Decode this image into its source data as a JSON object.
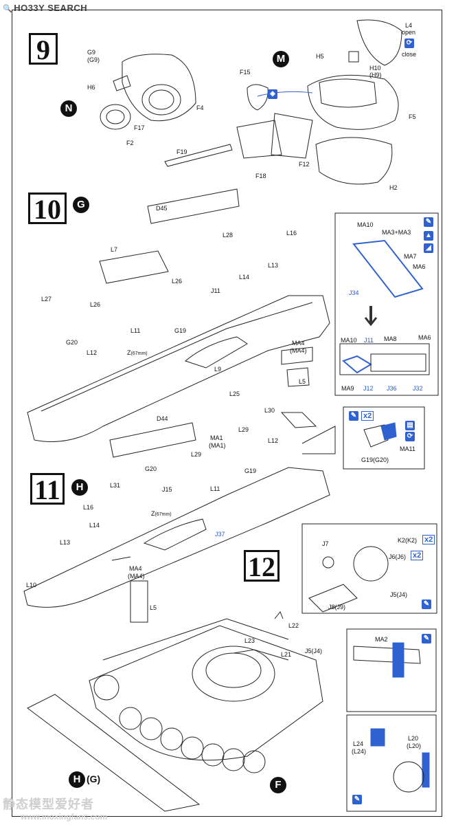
{
  "header": {
    "brand": "HO33Y SEARCH"
  },
  "steps": {
    "s9": "9",
    "s10": "10",
    "s11": "11",
    "s12": "12"
  },
  "markers": {
    "M": "M",
    "N": "N",
    "G": "G",
    "H": "H",
    "F": "F",
    "HG": "(G)"
  },
  "labels9": {
    "G9": "G9",
    "G9p": "(G9)",
    "H6": "H6",
    "F4": "F4",
    "F17": "F17",
    "F2": "F2",
    "F19": "F19",
    "F18": "F18",
    "F15": "F15",
    "F12": "F12",
    "H5": "H5",
    "L4": "L4",
    "open": "open",
    "close": "close",
    "H10": "H10",
    "H9": "(H9)",
    "F5": "F5",
    "H2": "H2"
  },
  "labels10": {
    "D45": "D45",
    "L7": "L7",
    "L28": "L28",
    "L16": "L16",
    "L13": "L13",
    "L26a": "L26",
    "L14": "L14",
    "J11": "J11",
    "L27": "L27",
    "L26b": "L26",
    "L11": "L11",
    "G19": "G19",
    "G20": "G20",
    "L12": "L12",
    "Z": "Z",
    "Zmm": "(67mm)",
    "L9": "L9",
    "MA4": "MA4",
    "MA4p": "(MA4)",
    "L5": "L5"
  },
  "detail10": {
    "MA10": "MA10",
    "MA3": "MA3+MA3",
    "MA7": "MA7",
    "MA6": "MA6",
    "J34": "J34",
    "MA10b": "MA10",
    "J11": "J11",
    "MA8": "MA8",
    "MA6b": "MA6",
    "MA9": "MA9",
    "J12": "J12",
    "J36": "J36",
    "J32": "J32"
  },
  "detailG19": {
    "x2": "x2",
    "MA11": "MA11",
    "G19": "G19(G20)"
  },
  "labels11": {
    "L25": "L25",
    "L30": "L30",
    "D44": "D44",
    "MA1": "MA1",
    "MA1p": "(MA1)",
    "L29a": "L29",
    "L12": "L12",
    "L29b": "L29",
    "G19": "G19",
    "G20": "G20",
    "L31": "L31",
    "J15": "J15",
    "L11": "L11",
    "Z": "Z",
    "Zmm": "(67mm)",
    "J37": "J37",
    "L16": "L16",
    "L14": "L14",
    "L13": "L13",
    "L10": "L10",
    "MA4": "MA4",
    "MA4p": "(MA4)",
    "L5": "L5"
  },
  "labels12": {
    "J7": "J7",
    "K2": "K2(K2)",
    "x2a": "x2",
    "J6": "J6(J6)",
    "x2b": "x2",
    "J5": "J5(J4)",
    "J8": "J8(J9)",
    "L22": "L22",
    "L23": "L23",
    "L21": "L21",
    "J5b": "J5(J4)",
    "MA2": "MA2",
    "L24": "L24",
    "L24p": "(L24)",
    "L20": "L20",
    "L20p": "(L20)"
  },
  "footer": {
    "watermark": "静态模型爱好者",
    "url": "www.moxingfans.com"
  },
  "colors": {
    "accent": "#2f62d0",
    "ink": "#111111"
  }
}
